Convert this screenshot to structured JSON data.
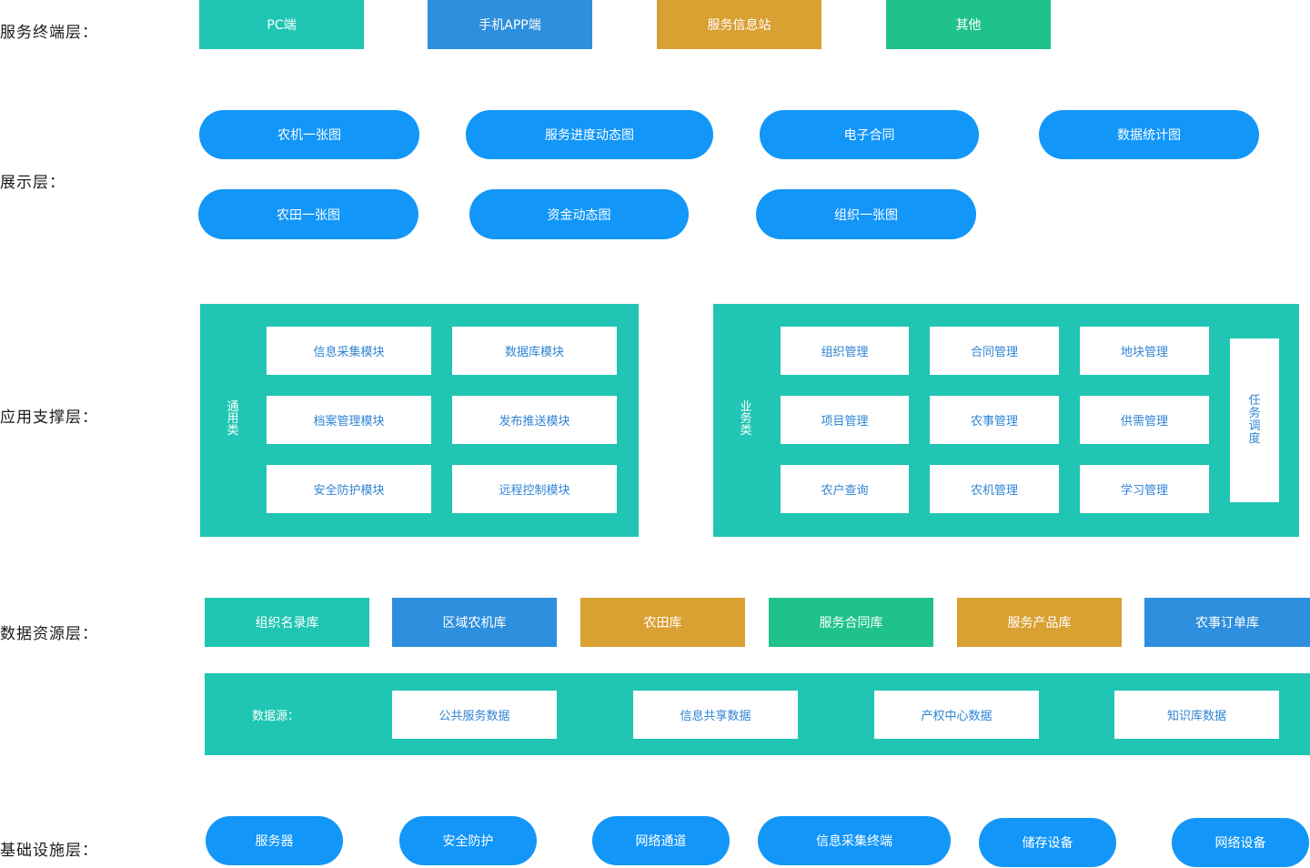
{
  "colors": {
    "teal": "#20c5b3",
    "blue": "#2d8fdd",
    "gold": "#d9a032",
    "green": "#1fc28a",
    "pill_blue": "#1296f8",
    "label_blue_text": "#2f84d4"
  },
  "layers": {
    "terminal": {
      "label": "服务终端层：",
      "items": [
        "PC端",
        "手机APP端",
        "服务信息站",
        "其他"
      ]
    },
    "display": {
      "label": "展示层：",
      "items": [
        "农机一张图",
        "服务进度动态图",
        "电子合同",
        "数据统计图",
        "农田一张图",
        "资金动态图",
        "组织一张图"
      ]
    },
    "application": {
      "label": "应用支撑层：",
      "general": {
        "title": "通用类",
        "modules": [
          "信息采集模块",
          "数据库模块",
          "档案管理模块",
          "发布推送模块",
          "安全防护模块",
          "远程控制模块"
        ]
      },
      "business": {
        "title": "业务类",
        "modules": [
          "组织管理",
          "合同管理",
          "地块管理",
          "项目管理",
          "农事管理",
          "供需管理",
          "农户查询",
          "农机管理",
          "学习管理"
        ],
        "side": "任务调度"
      }
    },
    "data": {
      "label": "数据资源层：",
      "libraries": [
        "组织名录库",
        "区域农机库",
        "农田库",
        "服务合同库",
        "服务产品库",
        "农事订单库"
      ],
      "source_label": "数据源：",
      "sources": [
        "公共服务数据",
        "信息共享数据",
        "产权中心数据",
        "知识库数据"
      ]
    },
    "infrastructure": {
      "label": "基础设施层：",
      "items": [
        "服务器",
        "安全防护",
        "网络通道",
        "信息采集终端",
        "储存设备",
        "网络设备"
      ]
    }
  }
}
